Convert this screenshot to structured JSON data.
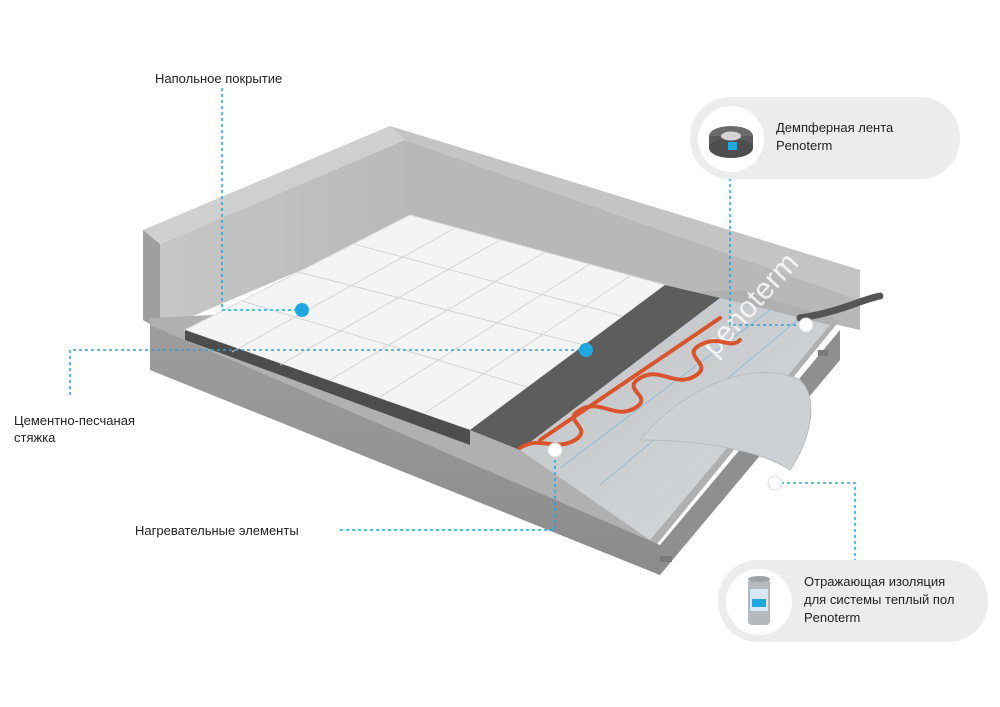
{
  "labels": {
    "floor_covering": "Напольное покрытие",
    "screed_line1": "Цементно-песчаная",
    "screed_line2": "стяжка",
    "heating": "Нагревательные элементы"
  },
  "callouts": {
    "damper": {
      "line1": "Демпферная лента",
      "line2": "Penoterm"
    },
    "insulation": {
      "line1": "Отражающая изоляция",
      "line2": "для системы теплый пол",
      "line3": "Penoterm"
    }
  },
  "product_print": "penoterm",
  "colors": {
    "accent": "#1fa8df",
    "heating_cable": "#d9542b",
    "concrete": "#a9a9a9",
    "tile": "#f4f4f4",
    "screed": "#5d5d5d",
    "callout_bg": "#ececec"
  }
}
